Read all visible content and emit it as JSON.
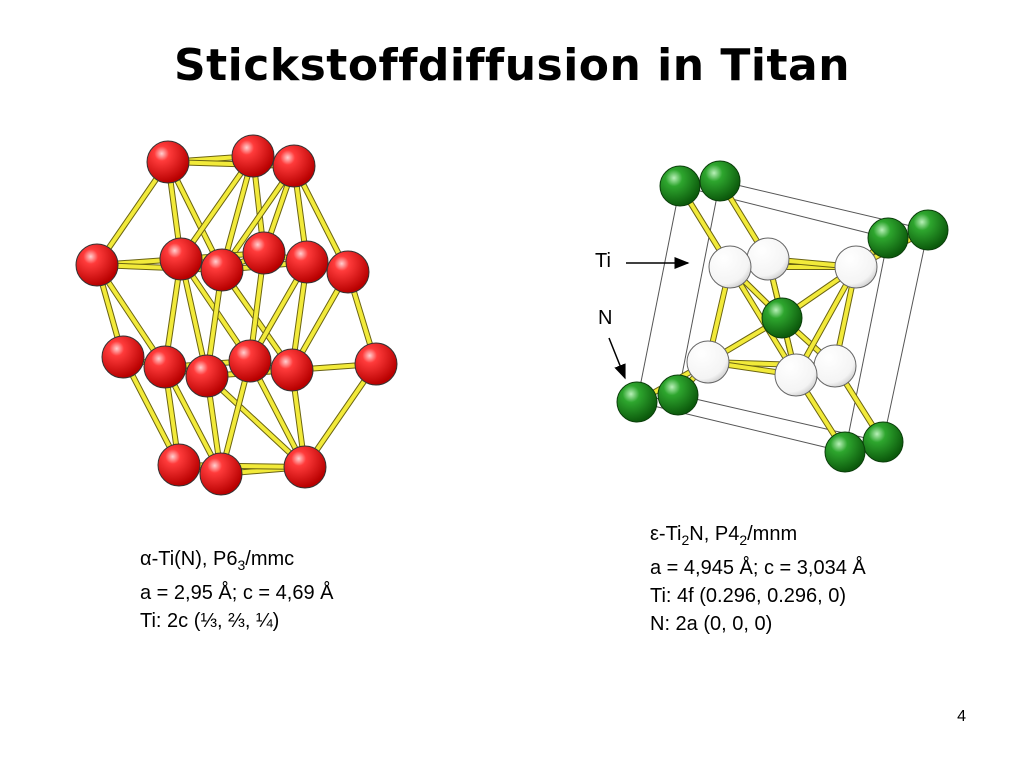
{
  "slide": {
    "title": "Stickstoffdiffusion in Titan",
    "page_number": "4"
  },
  "left_structure": {
    "phase_prefix": "α",
    "phase_main": "-Ti(N), P6",
    "phase_sub": "3",
    "phase_suffix": "/mmc",
    "lattice": "a = 2,95 Å; c = 4,69 Å",
    "position": "Ti: 2c (⅓, ⅔, ¼)",
    "atom_color": "#e8161c",
    "bond_color": "#f2ea3a"
  },
  "right_structure": {
    "phase_prefix": "ε",
    "phase_a": "-Ti",
    "phase_sub1": "2",
    "phase_b": "N, P4",
    "phase_sub2": "2",
    "phase_c": "/mnm",
    "lattice": "a = 4,945 Å; c = 3,034 Å",
    "ti_position": "Ti: 4f (0.296, 0.296, 0)",
    "n_position": "N: 2a (0, 0, 0)",
    "label_ti": "Ti",
    "label_n": "N",
    "ti_color": "#ffffff",
    "n_color": "#1e8a1e",
    "bond_color": "#f2ea3a"
  }
}
